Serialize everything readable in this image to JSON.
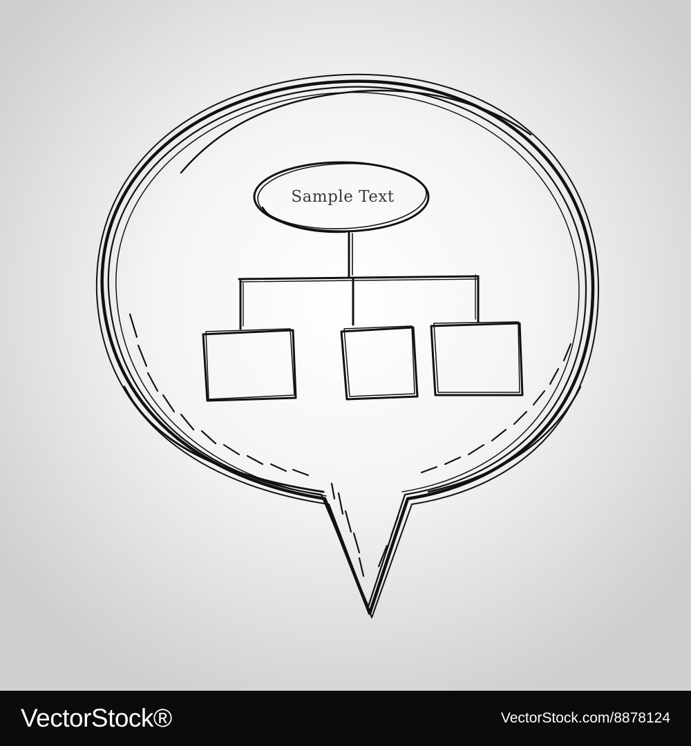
{
  "diagram": {
    "root": {
      "label": "Sample Text"
    },
    "children": [
      {
        "label": ""
      },
      {
        "label": ""
      },
      {
        "label": ""
      }
    ]
  },
  "footer": {
    "brand": "VectorStock®",
    "image_id": "VectorStock.com/8878124"
  },
  "colors": {
    "ink": "#111111",
    "footer_bg": "#0b0b0b",
    "footer_text": "#ffffff"
  }
}
